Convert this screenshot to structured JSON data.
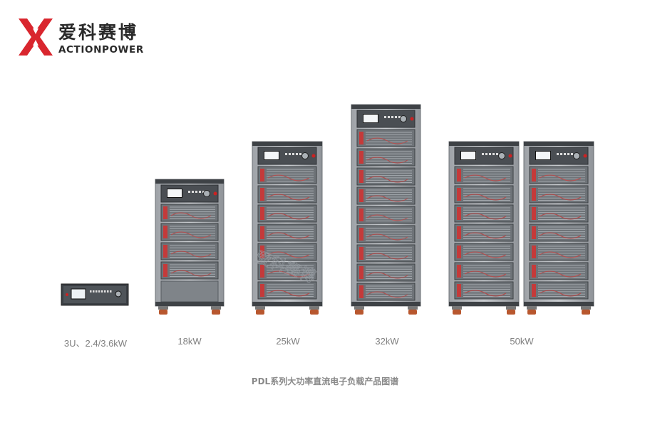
{
  "brand": {
    "name_cn": "爱科赛博",
    "name_en": "ACTIONPOWER",
    "colors": {
      "red": "#d9262e",
      "dark": "#2a2a2a"
    }
  },
  "products": [
    {
      "caption": "3U、2.4/3.6kW",
      "modules": 0
    },
    {
      "caption": "18kW",
      "modules": 4
    },
    {
      "caption": "25kW",
      "modules": 7
    },
    {
      "caption": "32kW",
      "modules": 9
    },
    {
      "caption": "50kW",
      "modules": 7,
      "cabinets": 2
    }
  ],
  "footer": "PDL系列大功率直流电子负载产品图谱",
  "watermark": "爱科赛博"
}
